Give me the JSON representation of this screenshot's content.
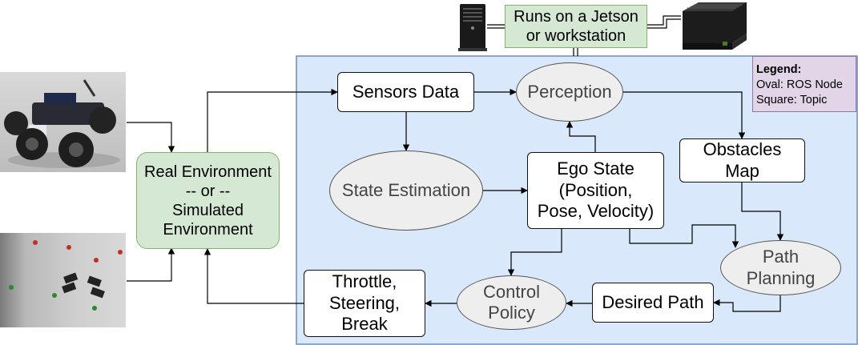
{
  "nodes": {
    "sensors_data": "Sensors Data",
    "perception": "Perception",
    "state_estimation": "State Estimation",
    "ego_state": "Ego State\n(Position,\nPose, Velocity)",
    "obstacles_map": "Obstacles\nMap",
    "path_planning": "Path\nPlanning",
    "desired_path": "Desired Path",
    "control_policy": "Control\nPolicy",
    "throttle": "Throttle,\nSteering,\nBreak",
    "environment": "Real Environment\n-- or --\nSimulated\nEnvironment",
    "hardware": "Runs on a Jetson\nor workstation"
  },
  "legend": {
    "title": "Legend:",
    "oval": "Oval: ROS Node",
    "square": "Square: Topic"
  },
  "colors": {
    "system_bg": "#dae8fc",
    "system_border": "#6c8ebf",
    "env_bg": "#d5e8d4",
    "env_border": "#82b366",
    "legend_bg": "#e1d5e7",
    "legend_border": "#9673a6",
    "oval_fill": "#eeeeee"
  },
  "icons": [
    "workstation-tower-icon",
    "jetson-module-icon",
    "rc-car-photo",
    "simulation-photo"
  ]
}
